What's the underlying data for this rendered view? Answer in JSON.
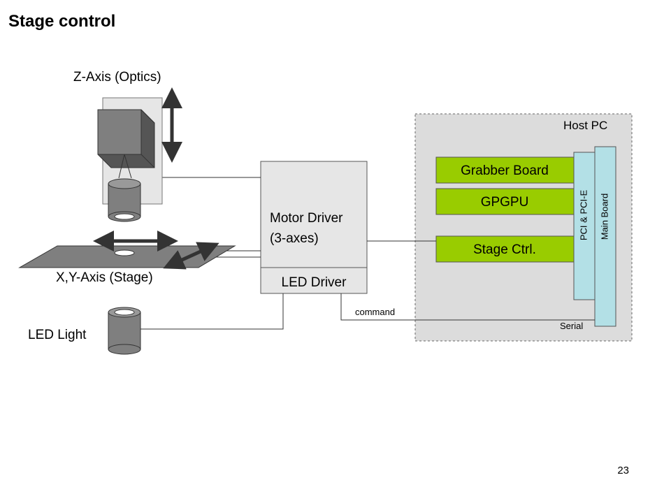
{
  "slide": {
    "title": "Stage control",
    "page_number": "23"
  },
  "labels": {
    "z_axis": "Z-Axis (Optics)",
    "xy_axis": "X,Y-Axis (Stage)",
    "led_light": "LED Light",
    "motor_driver_line1": "Motor Driver",
    "motor_driver_line2": "(3-axes)",
    "led_driver": "LED Driver",
    "host_pc": "Host PC",
    "grabber_board": "Grabber Board",
    "gpgpu": "GPGPU",
    "stage_ctrl": "Stage Ctrl.",
    "pci_bus": "PCI & PCI-E",
    "main_board": "Main Board",
    "command": "command",
    "serial": "Serial"
  },
  "colors": {
    "board_green": "#99cc00",
    "bus_blue": "#b3e0e6",
    "host_bg": "#dcdcdc",
    "device_gray": "#7f7f7f",
    "arrow_dark": "#333333"
  }
}
